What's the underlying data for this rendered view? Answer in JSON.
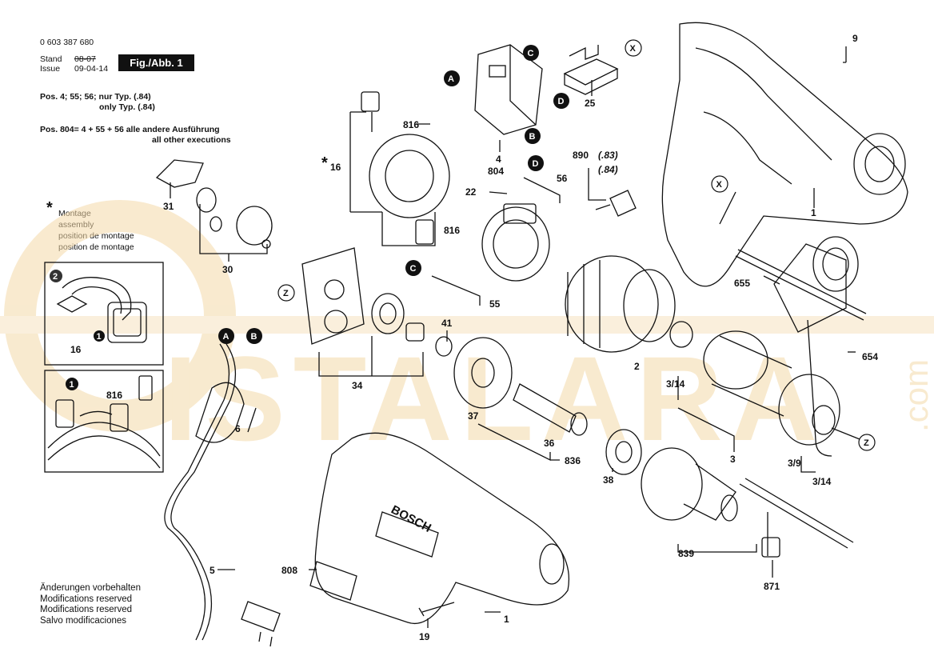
{
  "header": {
    "part_number": "0 603 387 680",
    "stand_label": "Stand",
    "issue_label": "Issue",
    "stand_date": "08-07",
    "issue_date": "09-04-14",
    "fig_label": "Fig./Abb. 1",
    "pos_line1a": "Pos. 4; 55; 56; nur Typ.  (.84)",
    "pos_line1b": "only Typ.  (.84)",
    "pos_line2a": "Pos. 804= 4 + 55 + 56 alle andere Ausführung",
    "pos_line2b": "all other executions"
  },
  "montage": {
    "star": "*",
    "line1": "Montage",
    "line2": "assembly",
    "line3": "position de montage",
    "line4": "position de montage"
  },
  "notes": {
    "line1": "Änderungen vorbehalten",
    "line2": "Modifications reserved",
    "line3": "Modifications reserved",
    "line4": "Salvo modificaciones"
  },
  "watermark": {
    "text": "ISTALARA",
    "suffix": ".com",
    "color": "#f4d9a8"
  },
  "labels": {
    "p9": "9",
    "p25": "25",
    "p4": "4",
    "p804": "804",
    "p816a": "816",
    "p16": "16",
    "star16": "*",
    "p56": "56",
    "p22": "22",
    "p890": "890",
    "p890a": "(.83)",
    "p890b": "(.84)",
    "p1a": "1",
    "p31": "31",
    "p816b": "816",
    "p30": "30",
    "p55": "55",
    "p655": "655",
    "p41": "41",
    "p2": "2",
    "p654": "654",
    "p34": "34",
    "p314a": "3/14",
    "p6": "6",
    "p37": "37",
    "p36": "36",
    "p836": "836",
    "p38": "38",
    "p3": "3",
    "p39": "3/9",
    "p314b": "3/14",
    "p839": "839",
    "p871": "871",
    "p5": "5",
    "p808": "808",
    "p1b": "1",
    "p19": "19",
    "inset16": "16",
    "inset816": "816",
    "inset_num1": "1",
    "inset_num2": "2",
    "inset_num1b": "1"
  },
  "markers": {
    "A": "A",
    "B": "B",
    "C": "C",
    "D": "D",
    "X": "X",
    "Z": "Z"
  },
  "colors": {
    "ink": "#111111",
    "marker_fill": "#111111",
    "watermark": "#f4d9a8"
  }
}
